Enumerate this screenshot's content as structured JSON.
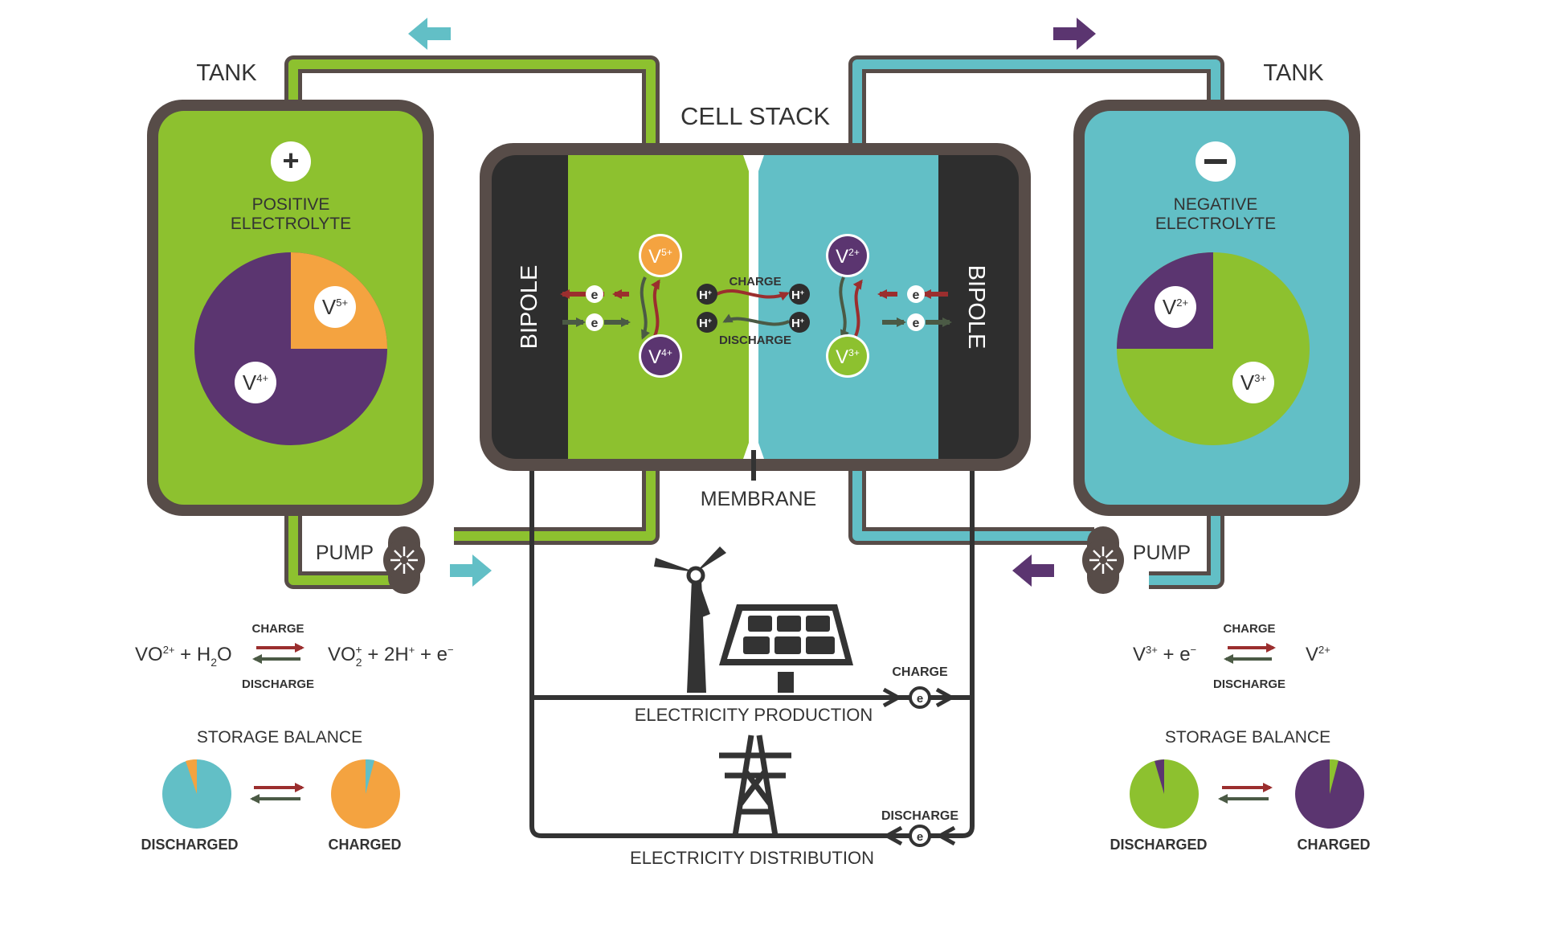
{
  "colors": {
    "green": "#8dc12f",
    "teal": "#62bfc6",
    "purple": "#5b3570",
    "orange": "#f4a340",
    "dark": "#333333",
    "frame": "#574c48",
    "charge_red": "#9b2e2e",
    "discharge_green": "#4b5a45"
  },
  "labels": {
    "tank_left": "TANK",
    "tank_right": "TANK",
    "cell_stack": "CELL STACK",
    "bipole_left": "BIPOLE",
    "bipole_right": "BIPOLE",
    "positive_electrolyte_1": "POSITIVE",
    "positive_electrolyte_2": "ELECTROLYTE",
    "negative_electrolyte_1": "NEGATIVE",
    "negative_electrolyte_2": "ELECTROLYTE",
    "plus_sign": "+",
    "minus_sign": "−",
    "membrane": "MEMBRANE",
    "pump_left": "PUMP",
    "pump_right": "PUMP",
    "cell_charge": "CHARGE",
    "cell_discharge": "DISCHARGE",
    "electricity_production": "ELECTRICITY PRODUCTION",
    "electricity_distribution": "ELECTRICITY DISTRIBUTION",
    "circuit_charge": "CHARGE",
    "circuit_discharge": "DISCHARGE",
    "electron": "e",
    "hydrogen_ion": "H",
    "ion_charge_plus": "+"
  },
  "ions": {
    "v5": {
      "base": "V",
      "sup": "5+"
    },
    "v4": {
      "base": "V",
      "sup": "4+"
    },
    "v2": {
      "base": "V",
      "sup": "2+"
    },
    "v3": {
      "base": "V",
      "sup": "3+"
    }
  },
  "equations": {
    "left": {
      "reactant_vo": "VO",
      "reactant_vo_sup": "2+",
      "reactant_plus_h": " + H",
      "reactant_h2o_sub": "2",
      "reactant_o": "O",
      "product_vo": "VO",
      "product_vo_sub": "2",
      "product_vo_sup": "+",
      "product_plus_2h": " + 2H",
      "product_h_sup": "+",
      "product_plus_e": " + e",
      "product_e_sup": "−",
      "charge": "CHARGE",
      "discharge": "DISCHARGE"
    },
    "right": {
      "reactant_v": "V",
      "reactant_v_sup": "3+",
      "reactant_plus_e": " + e",
      "reactant_e_sup": "−",
      "product_v": "V",
      "product_v_sup": "2+",
      "charge": "CHARGE",
      "discharge": "DISCHARGE"
    }
  },
  "storage_balance": {
    "left": {
      "title": "STORAGE BALANCE",
      "discharged_label": "DISCHARGED",
      "charged_label": "CHARGED"
    },
    "right": {
      "title": "STORAGE BALANCE",
      "discharged_label": "DISCHARGED",
      "charged_label": "CHARGED"
    }
  }
}
